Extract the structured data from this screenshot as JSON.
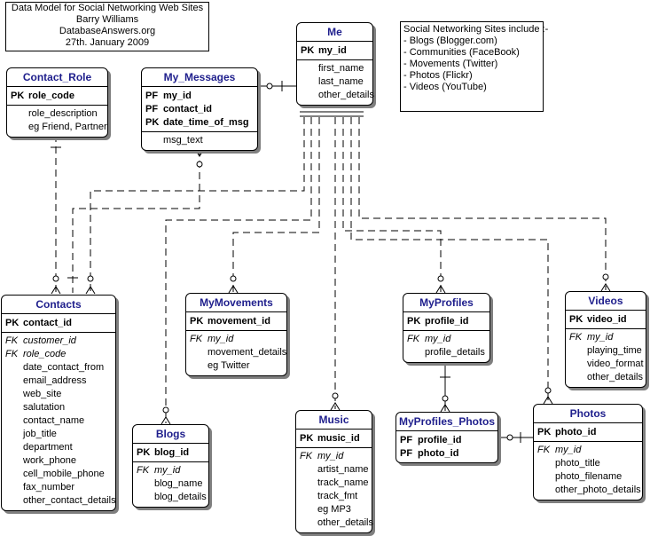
{
  "title_note": {
    "lines": [
      "Data Model for Social Networking Web Sites",
      "Barry Williams",
      "DatabaseAnswers.org",
      "27th. January 2009"
    ]
  },
  "sites_note": {
    "lines": [
      "Social Networking Sites include :-",
      "- Blogs (Blogger.com)",
      "- Communities (FaceBook)",
      "- Movements (Twitter)",
      "- Photos (Flickr)",
      "- Videos (YouTube)"
    ]
  },
  "entities": {
    "me": {
      "title": "Me",
      "keys": [
        {
          "tag": "PK",
          "name": "my_id"
        }
      ],
      "attrs": [
        {
          "tag": "",
          "name": "first_name"
        },
        {
          "tag": "",
          "name": "last_name"
        },
        {
          "tag": "",
          "name": "other_details"
        }
      ]
    },
    "contact_role": {
      "title": "Contact_Role",
      "keys": [
        {
          "tag": "PK",
          "name": "role_code"
        }
      ],
      "attrs": [
        {
          "tag": "",
          "name": "role_description"
        },
        {
          "tag": "",
          "name": "eg Friend, Partner"
        }
      ]
    },
    "my_messages": {
      "title": "My_Messages",
      "keys": [
        {
          "tag": "PF",
          "name": "my_id"
        },
        {
          "tag": "PF",
          "name": "contact_id"
        },
        {
          "tag": "PK",
          "name": "date_time_of_msg"
        }
      ],
      "attrs": [
        {
          "tag": "",
          "name": "msg_text"
        }
      ]
    },
    "contacts": {
      "title": "Contacts",
      "keys": [
        {
          "tag": "PK",
          "name": "contact_id"
        }
      ],
      "attrs": [
        {
          "tag": "FK",
          "name": "customer_id",
          "fk": true
        },
        {
          "tag": "FK",
          "name": "role_code",
          "fk": true
        },
        {
          "tag": "",
          "name": "date_contact_from"
        },
        {
          "tag": "",
          "name": "email_address"
        },
        {
          "tag": "",
          "name": "web_site"
        },
        {
          "tag": "",
          "name": "salutation"
        },
        {
          "tag": "",
          "name": "contact_name"
        },
        {
          "tag": "",
          "name": "job_title"
        },
        {
          "tag": "",
          "name": "department"
        },
        {
          "tag": "",
          "name": "work_phone"
        },
        {
          "tag": "",
          "name": "cell_mobile_phone"
        },
        {
          "tag": "",
          "name": "fax_number"
        },
        {
          "tag": "",
          "name": "other_contact_details"
        }
      ]
    },
    "mymovements": {
      "title": "MyMovements",
      "keys": [
        {
          "tag": "PK",
          "name": "movement_id"
        }
      ],
      "attrs": [
        {
          "tag": "FK",
          "name": "my_id",
          "fk": true
        },
        {
          "tag": "",
          "name": "movement_details"
        },
        {
          "tag": "",
          "name": "eg Twitter"
        }
      ]
    },
    "myprofiles": {
      "title": "MyProfiles",
      "keys": [
        {
          "tag": "PK",
          "name": "profile_id"
        }
      ],
      "attrs": [
        {
          "tag": "FK",
          "name": "my_id",
          "fk": true
        },
        {
          "tag": "",
          "name": "profile_details"
        }
      ]
    },
    "videos": {
      "title": "Videos",
      "keys": [
        {
          "tag": "PK",
          "name": "video_id"
        }
      ],
      "attrs": [
        {
          "tag": "FK",
          "name": "my_id",
          "fk": true
        },
        {
          "tag": "",
          "name": "playing_time"
        },
        {
          "tag": "",
          "name": "video_format"
        },
        {
          "tag": "",
          "name": "other_details"
        }
      ]
    },
    "blogs": {
      "title": "Blogs",
      "keys": [
        {
          "tag": "PK",
          "name": "blog_id"
        }
      ],
      "attrs": [
        {
          "tag": "FK",
          "name": "my_id",
          "fk": true
        },
        {
          "tag": "",
          "name": "blog_name"
        },
        {
          "tag": "",
          "name": "blog_details"
        }
      ]
    },
    "music": {
      "title": "Music",
      "keys": [
        {
          "tag": "PK",
          "name": "music_id"
        }
      ],
      "attrs": [
        {
          "tag": "FK",
          "name": "my_id",
          "fk": true
        },
        {
          "tag": "",
          "name": "artist_name"
        },
        {
          "tag": "",
          "name": "track_name"
        },
        {
          "tag": "",
          "name": "track_fmt"
        },
        {
          "tag": "",
          "name": "eg MP3"
        },
        {
          "tag": "",
          "name": "other_details"
        }
      ]
    },
    "myprofiles_photos": {
      "title": "MyProfiles_Photos",
      "keys": [
        {
          "tag": "PF",
          "name": "profile_id"
        },
        {
          "tag": "PF",
          "name": "photo_id"
        }
      ],
      "attrs": []
    },
    "photos": {
      "title": "Photos",
      "keys": [
        {
          "tag": "PK",
          "name": "photo_id"
        }
      ],
      "attrs": [
        {
          "tag": "FK",
          "name": "my_id",
          "fk": true
        },
        {
          "tag": "",
          "name": "photo_title"
        },
        {
          "tag": "",
          "name": "photo_filename"
        },
        {
          "tag": "",
          "name": "other_photo_details"
        }
      ]
    }
  }
}
